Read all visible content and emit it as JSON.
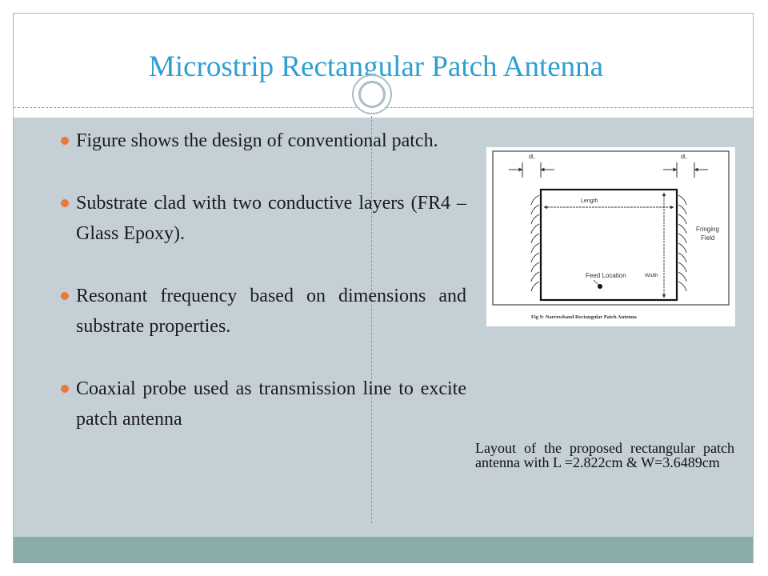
{
  "slide": {
    "title": "Microstrip Rectangular Patch Antenna",
    "bullets": [
      "Figure shows the design of conventional patch.",
      "Substrate clad with two conductive layers (FR4 – Glass Epoxy).",
      "Resonant frequency based on dimensions and substrate properties.",
      "Coaxial probe used as transmission line to excite patch antenna"
    ],
    "caption": "Layout of the proposed rectangular patch antenna with L =2.822cm & W=3.6489cm"
  },
  "figure": {
    "dl_left": "dL",
    "dl_right": "dL",
    "length_label": "Length",
    "width_label": "Width",
    "feed_label": "Feed Location",
    "fringing_line1": "Fringing",
    "fringing_line2": "Field",
    "fig_caption": "Fig 9: Narrowband Rectangular Patch Antenna"
  },
  "colors": {
    "title": "#2e9fd2",
    "content_bg": "#c5cfd6",
    "bottom_bar": "#8cacab",
    "bullet": "#e7793a"
  }
}
